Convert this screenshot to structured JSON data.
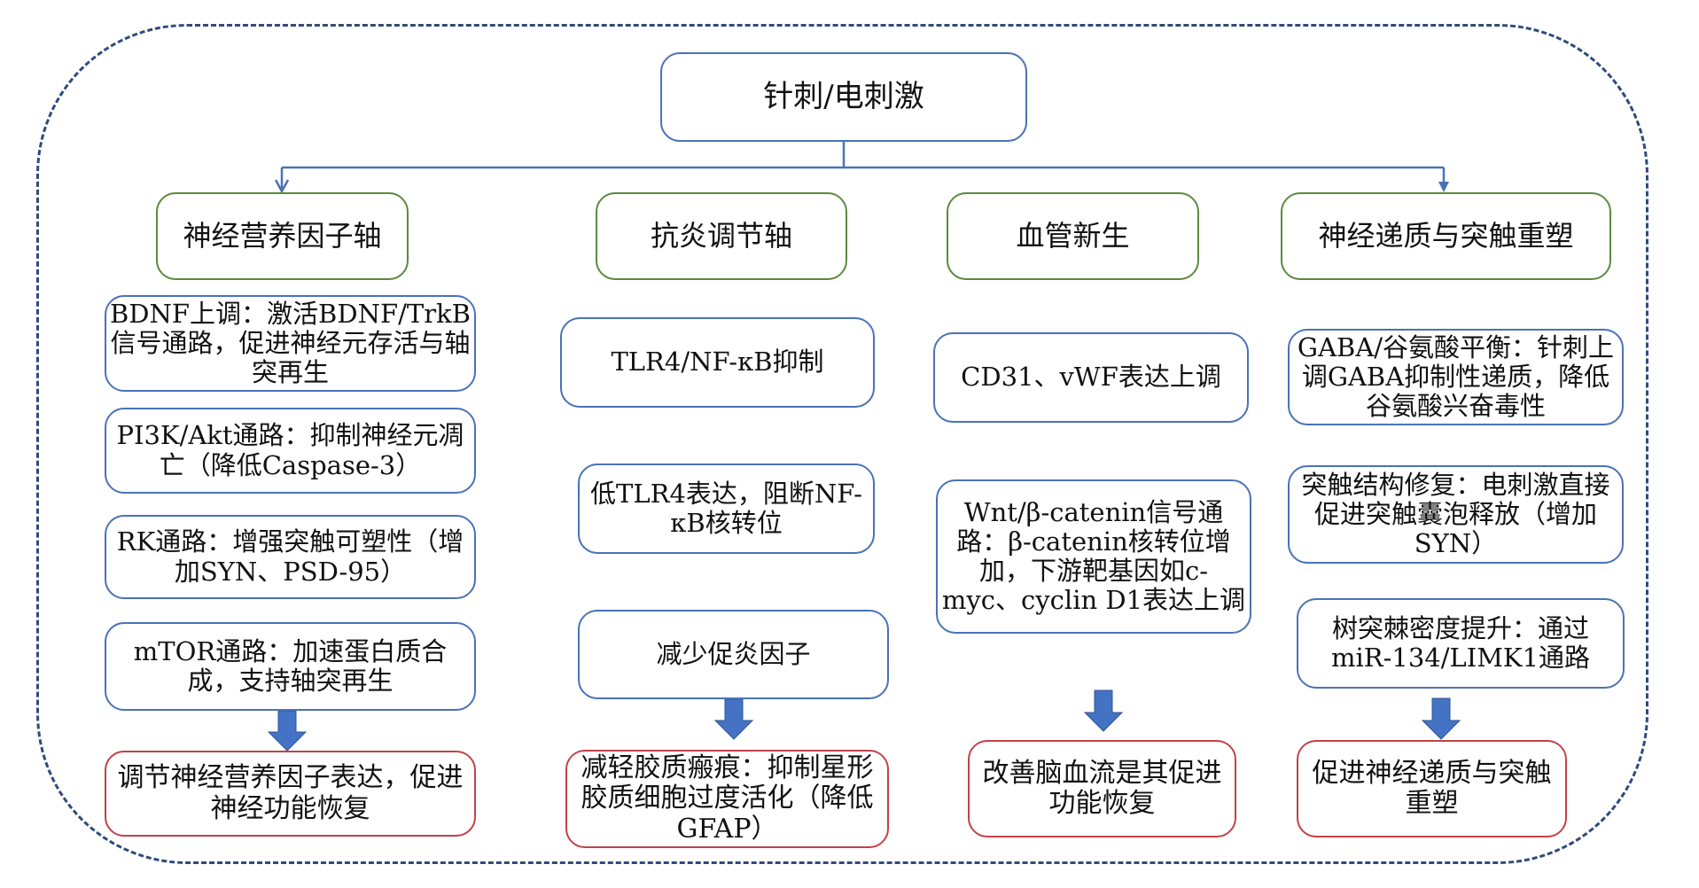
{
  "root": {
    "label": "针刺/电刺激"
  },
  "colors": {
    "connector": "#4a72b8",
    "frame": "#2f4b7c",
    "axis_border": "#5b8a3c",
    "mechanism_border": "#4a72b8",
    "outcome_border": "#c0424a",
    "block_arrow": "#4472c4"
  },
  "columns": [
    {
      "axis": "神经营养因子轴",
      "mechanisms": [
        "BDNF上调：激活BDNF/TrkB信号通路，促进神经元存活与轴突再生",
        "PI3K/Akt通路：抑制神经元凋亡（降低Caspase-3）",
        "RK通路：增强突触可塑性（增加SYN、PSD-95）",
        "mTOR通路：加速蛋白质合成，支持轴突再生"
      ],
      "outcome": "调节神经营养因子表达，促进神经功能恢复"
    },
    {
      "axis": "抗炎调节轴",
      "mechanisms": [
        "TLR4/NF-κB抑制",
        "低TLR4表达，阻断NF-κB核转位",
        "减少促炎因子"
      ],
      "outcome": "减轻胶质瘢痕：抑制星形胶质细胞过度活化（降低GFAP）"
    },
    {
      "axis": "血管新生",
      "mechanisms": [
        "CD31、vWF表达上调",
        "Wnt/β-catenin信号通路：β-catenin核转位增加，下游靶基因如c-myc、cyclin D1表达上调"
      ],
      "outcome": "改善脑血流是其促进功能恢复"
    },
    {
      "axis": "神经递质与突触重塑",
      "mechanisms": [
        "GABA/谷氨酸平衡：针刺上调GABA抑制性递质，降低谷氨酸兴奋毒性",
        "突触结构修复：电刺激直接促进突触囊泡释放（增加SYN）",
        "树突棘密度提升：通过miR-134/LIMK1通路"
      ],
      "outcome": "促进神经递质与突触重塑"
    }
  ]
}
